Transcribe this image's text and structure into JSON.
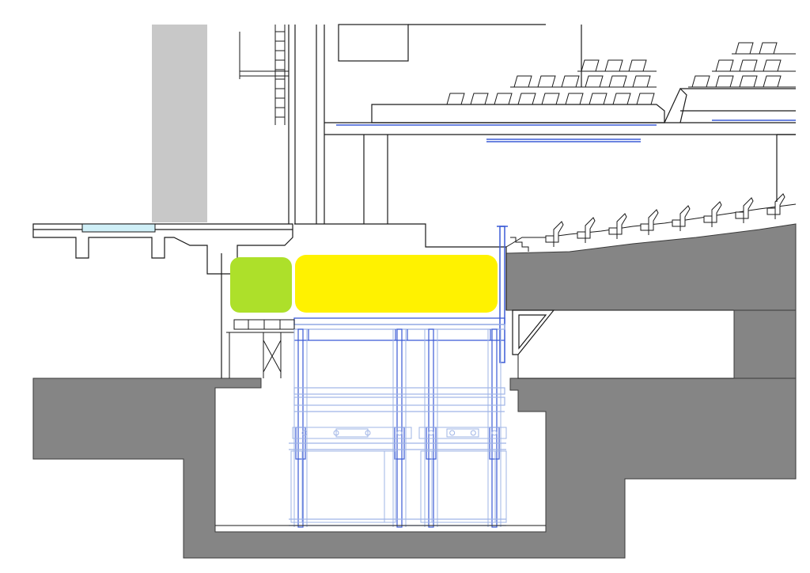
{
  "diagram": {
    "kind": "theatre orchestra pit lift section",
    "colors": {
      "background": "#ffffff",
      "concrete": "#858585",
      "grey_column": "#c8c8c8",
      "line": "#1a1a1a",
      "structure_blue": "#3b5bd6",
      "light_blue": "#9fb4e6",
      "glass": "#cfeff7",
      "zone_green": "#ade02a",
      "zone_yellow": "#fff200"
    },
    "zones": [
      {
        "name": "zone-green",
        "color": "#ade02a"
      },
      {
        "name": "zone-yellow",
        "color": "#fff200"
      }
    ],
    "seat_rows": {
      "balcony": 4,
      "stalls": 1
    },
    "lift_columns": 4
  }
}
